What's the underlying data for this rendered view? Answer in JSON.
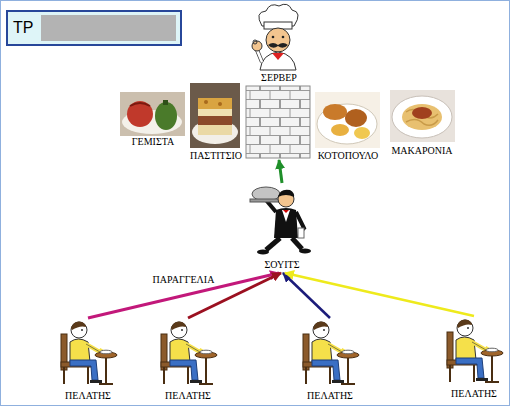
{
  "diagram": {
    "nodes": [
      {
        "text": [
          "TP"
        ]
      },
      {
        "text": [
          "ΣΕΡΒΕΡ"
        ]
      },
      {
        "text": [
          "ΓΕΜΙΣΤΑ"
        ]
      },
      {
        "text": [
          "ΠΑΣΤΙΤΣΙΟ"
        ]
      },
      {
        "text": [
          "ΚΟΤΟΠΟΥΛΟ"
        ]
      },
      {
        "text": [
          "ΜΑΚΑΡΟΝΙΑ"
        ]
      },
      {
        "text": [
          "ΣΟΥΙΤΣ"
        ]
      },
      {
        "text": [
          "ΠΕΛΑΤΗΣ"
        ]
      },
      {
        "text": [
          "ΠΕΛΑΤΗΣ"
        ]
      },
      {
        "text": [
          "ΠΕΛΑΤΗΣ"
        ]
      },
      {
        "text": [
          "ΠΕΛΑΤΗΣ"
        ]
      }
    ],
    "edges": [
      {
        "from": 6,
        "to": 1,
        "arrow": "to"
      },
      {
        "from": 7,
        "to": 6,
        "label": "ΠΑΡΑΓΓΕΛΙΑ",
        "arrow": "to"
      },
      {
        "from": 8,
        "to": 6,
        "arrow": "to"
      },
      {
        "from": 9,
        "to": 6,
        "arrow": "to"
      },
      {
        "from": 10,
        "to": 6,
        "arrow": "to"
      }
    ]
  }
}
